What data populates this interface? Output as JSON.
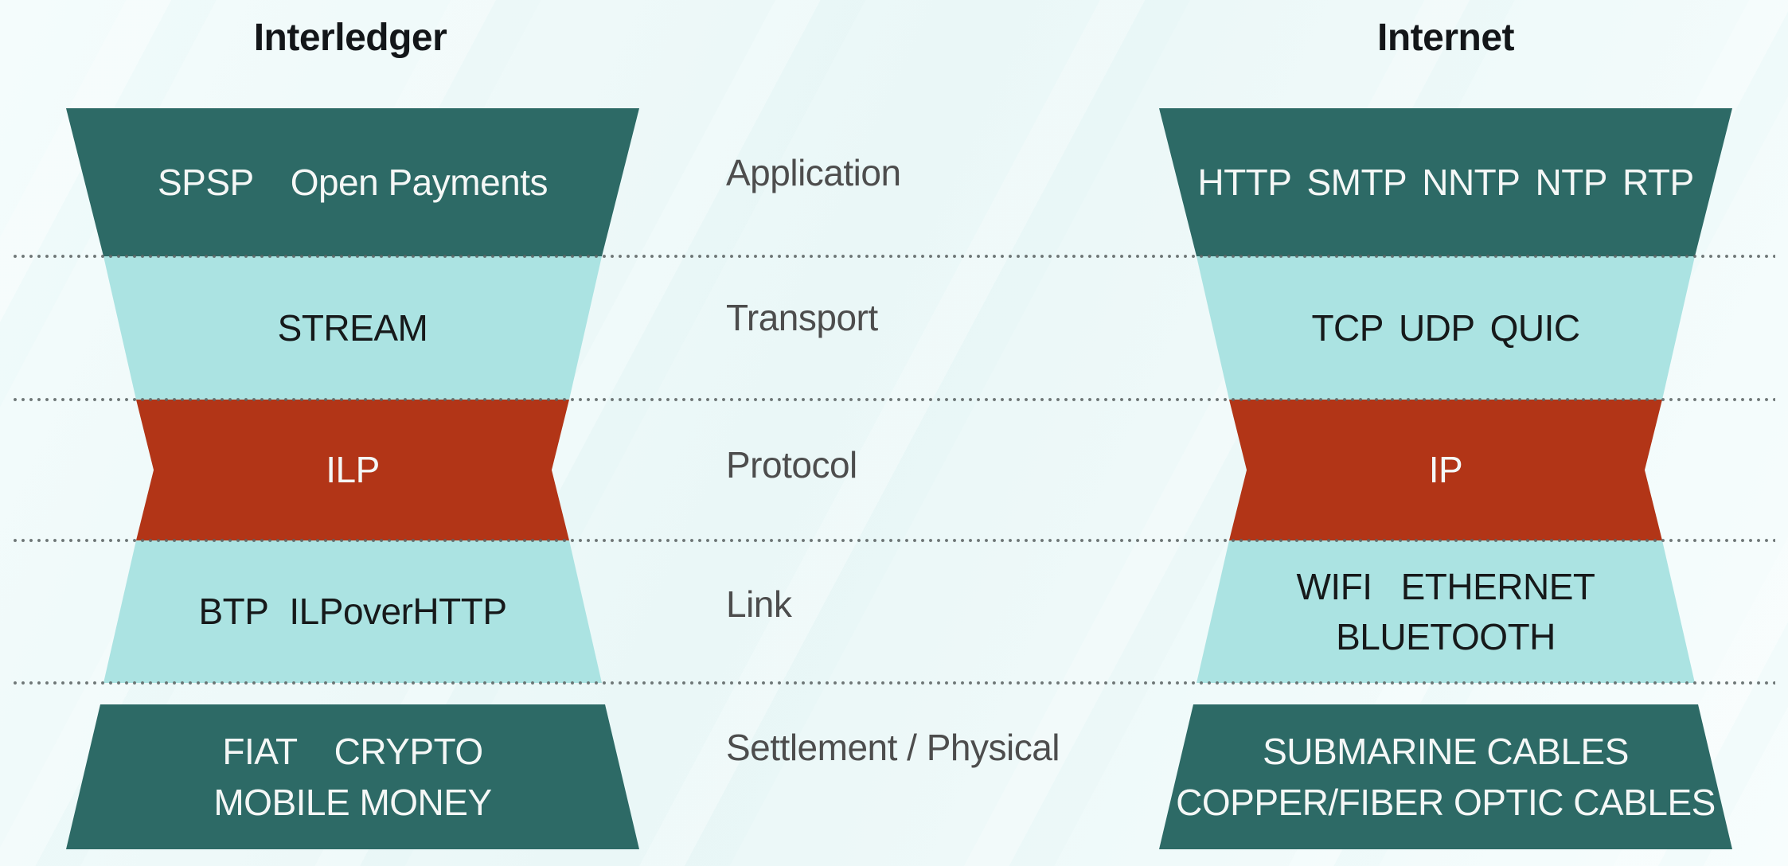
{
  "diagram": {
    "layer_labels": [
      "Application",
      "Transport",
      "Protocol",
      "Link",
      "Settlement / Physical"
    ],
    "left_stack": {
      "title": "Interledger",
      "bands": [
        {
          "items": [
            "SPSP",
            "Open Payments"
          ]
        },
        {
          "items": [
            "STREAM"
          ]
        },
        {
          "items": [
            "ILP"
          ]
        },
        {
          "items": [
            "BTP",
            "ILPoverHTTP"
          ]
        },
        {
          "lines": [
            [
              "FIAT",
              "CRYPTO"
            ],
            [
              "MOBILE MONEY"
            ]
          ]
        }
      ]
    },
    "right_stack": {
      "title": "Internet",
      "bands": [
        {
          "items": [
            "HTTP",
            "SMTP",
            "NNTP",
            "NTP",
            "RTP"
          ]
        },
        {
          "items": [
            "TCP",
            "UDP",
            "QUIC"
          ]
        },
        {
          "items": [
            "IP"
          ]
        },
        {
          "lines": [
            [
              "WIFI",
              "ETHERNET"
            ],
            [
              "BLUETOOTH"
            ]
          ]
        },
        {
          "lines": [
            [
              "SUBMARINE CABLES"
            ],
            [
              "COPPER/FIBER OPTIC CABLES"
            ]
          ]
        }
      ]
    },
    "colors": {
      "dark_teal": "#2d6a66",
      "light_cyan": "#abe3e2",
      "red": "#b23517",
      "background": "#f0fafa",
      "dotted_line": "#8d9494",
      "label_text": "#4d4d4d"
    }
  }
}
